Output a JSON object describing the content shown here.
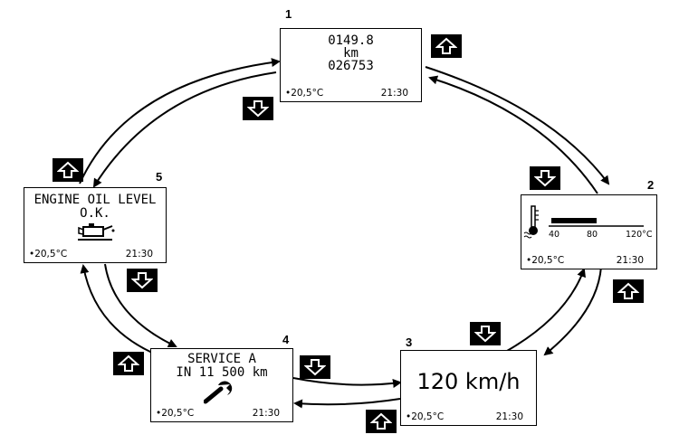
{
  "screens": {
    "s1": {
      "number": "1",
      "line1": "0149.8",
      "line2": "km",
      "line3": "026753",
      "temp": "•20,5°C",
      "time": "21:30"
    },
    "s2": {
      "number": "2",
      "g40": "40",
      "g80": "80",
      "g120": "120°C",
      "temp": "•20,5°C",
      "time": "21:30"
    },
    "s3": {
      "number": "3",
      "speed": "120 km/h",
      "temp": "•20,5°C",
      "time": "21:30"
    },
    "s4": {
      "number": "4",
      "line1": "SERVICE A",
      "line2": "IN 11 500 km",
      "temp": "•20,5°C",
      "time": "21:30"
    },
    "s5": {
      "number": "5",
      "line1": "ENGINE OIL LEVEL",
      "line2": "O.K.",
      "temp": "•20,5°C",
      "time": "21:30"
    }
  },
  "icons": {
    "up": "up-arrow-icon",
    "down": "down-arrow-icon",
    "thermometer": "thermometer-icon",
    "oil_can": "oil-can-icon",
    "wrench": "wrench-icon"
  }
}
